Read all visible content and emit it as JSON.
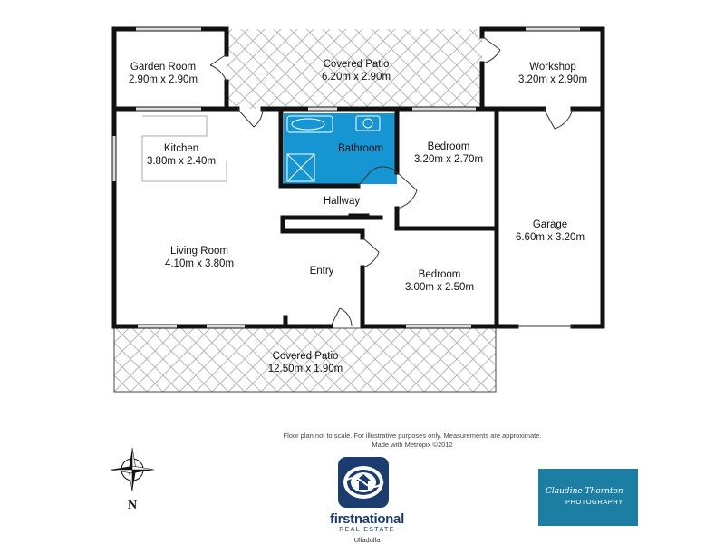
{
  "rooms": {
    "garden_room": {
      "name": "Garden Room",
      "size": "2.90m x 2.90m"
    },
    "covered_patio_top": {
      "name": "Covered Patio",
      "size": "6.20m x 2.90m"
    },
    "workshop": {
      "name": "Workshop",
      "size": "3.20m x 2.90m"
    },
    "kitchen": {
      "name": "Kitchen",
      "size": "3.80m x 2.40m"
    },
    "bathroom": {
      "name": "Bathroom"
    },
    "bedroom_1": {
      "name": "Bedroom",
      "size": "3.20m x 2.70m"
    },
    "hallway": {
      "name": "Hallway"
    },
    "garage": {
      "name": "Garage",
      "size": "6.60m x 3.20m"
    },
    "living_room": {
      "name": "Living Room",
      "size": "4.10m x 3.80m"
    },
    "entry": {
      "name": "Entry"
    },
    "bedroom_2": {
      "name": "Bedroom",
      "size": "3.00m x 2.50m"
    },
    "covered_patio_bottom": {
      "name": "Covered Patio",
      "size": "12.50m x 1.90m"
    }
  },
  "disclaimer": {
    "line1": "Floor plan not to scale. For illustrative purposes only. Measurements are approximate.",
    "line2": "Made with Metropix ©2012"
  },
  "compass": {
    "north_label": "N"
  },
  "logos": {
    "agency": {
      "brand": "firstnational",
      "subtitle": "REAL ESTATE",
      "office": "Ulladulla"
    },
    "photographer": {
      "script": "Claudine Thornton",
      "word": "PHOTOGRAPHY"
    }
  },
  "colors": {
    "wall": "#111111",
    "bathroom": "#1596d2",
    "patio_hatch": "#b8b8b8",
    "photo_logo": "#1c7ea3",
    "agency_blue": "#1a3c6e"
  }
}
